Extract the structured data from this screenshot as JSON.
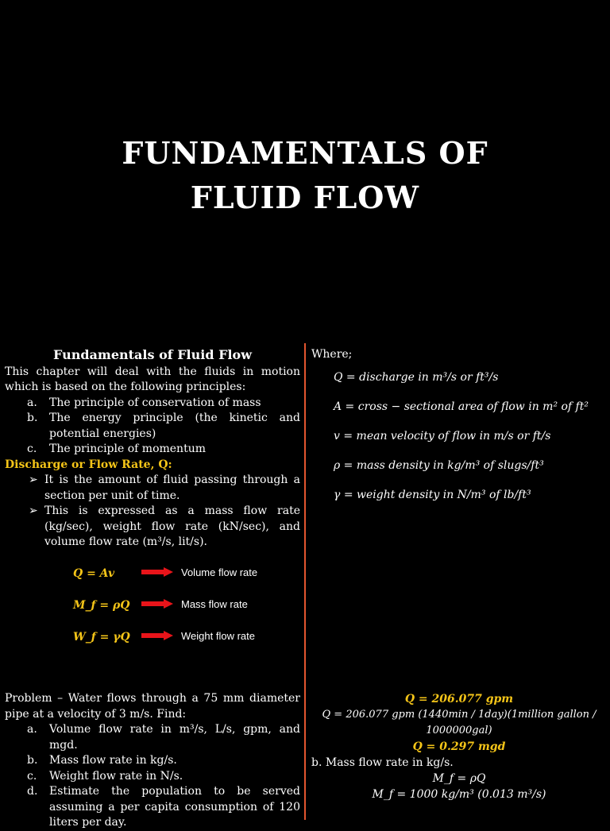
{
  "title": {
    "line1": "FUNDAMENTALS OF",
    "line2": "FLUID FLOW"
  },
  "left": {
    "heading": "Fundamentals of Fluid Flow",
    "intro": "This chapter will deal with the fluids in motion which is based on the following principles:",
    "principles": [
      {
        "mark": "a.",
        "text": "The principle of conservation of mass"
      },
      {
        "mark": "b.",
        "text": "The energy principle (the kinetic and potential energies)"
      },
      {
        "mark": "c.",
        "text": "The principle of momentum"
      }
    ],
    "discharge_heading": "Discharge or Flow Rate, Q:",
    "bullets": [
      "It is the amount of fluid passing through a section per unit of time.",
      "This is expressed as a mass flow rate (kg/sec), weight flow rate (kN/sec), and volume flow rate (m³/s, lit/s)."
    ],
    "equations": [
      {
        "formula": "Q = Av",
        "label": "Volume flow rate"
      },
      {
        "formula": "M_f = ρQ",
        "label": "Mass flow rate"
      },
      {
        "formula": "W_f = γQ",
        "label": "Weight flow rate"
      }
    ],
    "problem_intro": "Problem – Water flows through a 75 mm diameter pipe at a velocity of 3 m/s. Find:",
    "problem_items": [
      {
        "mark": "a.",
        "text": "Volume flow rate in m³/s, L/s, gpm, and mgd."
      },
      {
        "mark": "b.",
        "text": "Mass flow rate in kg/s."
      },
      {
        "mark": "c.",
        "text": "Weight flow rate in N/s."
      },
      {
        "mark": "d.",
        "text": "Estimate the population to be served assuming a per capita consumption of 120 liters per day."
      }
    ]
  },
  "right": {
    "where": "Where;",
    "definitions": [
      "Q = discharge in m³/s or ft³/s",
      "A = cross − sectional area of flow in m² of ft²",
      "v = mean velocity of flow in m/s or ft/s",
      "ρ = mass density in kg/m³ of slugs/ft³",
      "γ = weight density in N/m³ of lb/ft³"
    ],
    "solution": {
      "result_gpm": "Q = 206.077 gpm",
      "conversion": "Q = 206.077 gpm (1440min / 1day)(1million gallon / 1000000gal)",
      "result_mgd": "Q = 0.297 mgd",
      "part_b": "b.   Mass flow rate in kg/s.",
      "mass_eq": "M_f = ρQ",
      "mass_calc": "M_f = 1000 kg/m³ (0.013 m³/s)"
    }
  },
  "colors": {
    "accent": "#f5c518",
    "divider": "#e2552f",
    "arrow": "#e8141a"
  },
  "icons": {
    "bullet": "arrow-bullet-icon",
    "flow_arrow": "right-arrow-icon"
  }
}
